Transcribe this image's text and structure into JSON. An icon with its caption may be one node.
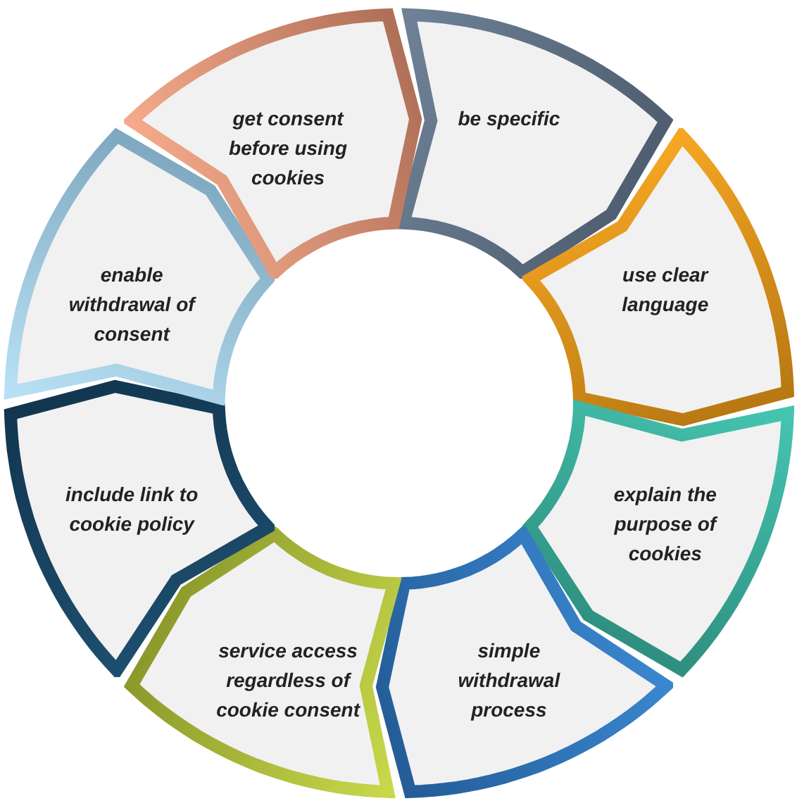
{
  "diagram": {
    "nodes": [
      {
        "text": [
          "be specific"
        ]
      },
      {
        "text": [
          "use clear language"
        ]
      },
      {
        "text": [
          "explain the purpose of cookies"
        ]
      },
      {
        "text": [
          "simple withdrawal process"
        ]
      },
      {
        "text": [
          "service access regardless of cookie consent"
        ]
      },
      {
        "text": [
          "include link to cookie policy"
        ]
      },
      {
        "text": [
          "enable withdrawal of consent"
        ]
      },
      {
        "text": [
          "get consent before using cookies"
        ]
      }
    ]
  }
}
